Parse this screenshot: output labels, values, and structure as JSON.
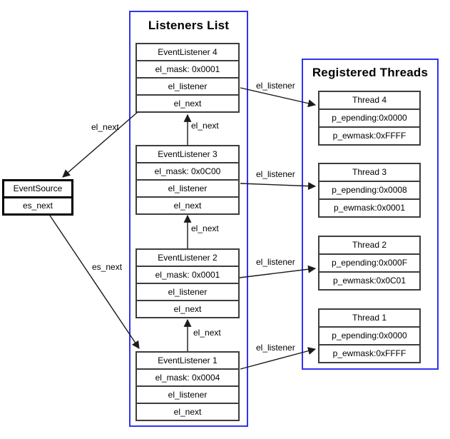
{
  "listeners": {
    "title": "Listeners List",
    "items": [
      {
        "name": "EventListener 4",
        "fields": [
          "el_mask: 0x0001",
          "el_listener",
          "el_next"
        ]
      },
      {
        "name": "EventListener 3",
        "fields": [
          "el_mask: 0x0C00",
          "el_listener",
          "el_next"
        ]
      },
      {
        "name": "EventListener 2",
        "fields": [
          "el_mask: 0x0001",
          "el_listener",
          "el_next"
        ]
      },
      {
        "name": "EventListener 1",
        "fields": [
          "el_mask: 0x0004",
          "el_listener",
          "el_next"
        ]
      }
    ]
  },
  "threads": {
    "title": "Registered Threads",
    "items": [
      {
        "name": "Thread 4",
        "fields": [
          "p_epending:0x0000",
          "p_ewmask:0xFFFF"
        ]
      },
      {
        "name": "Thread 3",
        "fields": [
          "p_epending:0x0008",
          "p_ewmask:0x0001"
        ]
      },
      {
        "name": "Thread 2",
        "fields": [
          "p_epending:0x000F",
          "p_ewmask:0x0C01"
        ]
      },
      {
        "name": "Thread 1",
        "fields": [
          "p_epending:0x0000",
          "p_ewmask:0xFFFF"
        ]
      }
    ]
  },
  "source": {
    "name": "EventSource",
    "fields": [
      "es_next"
    ]
  },
  "edges": {
    "el_next_4_to_source": "el_next",
    "el_next_3_to_4": "el_next",
    "el_next_2_to_3": "el_next",
    "el_next_1_to_2": "el_next",
    "es_next_source_to_1": "es_next",
    "el_listener_4": "el_listener",
    "el_listener_3": "el_listener",
    "el_listener_2": "el_listener",
    "el_listener_1": "el_listener"
  },
  "colors": {
    "group_border": "#3333f0",
    "node_border": "#3d3d3d",
    "arrow": "#1a1a1a"
  }
}
